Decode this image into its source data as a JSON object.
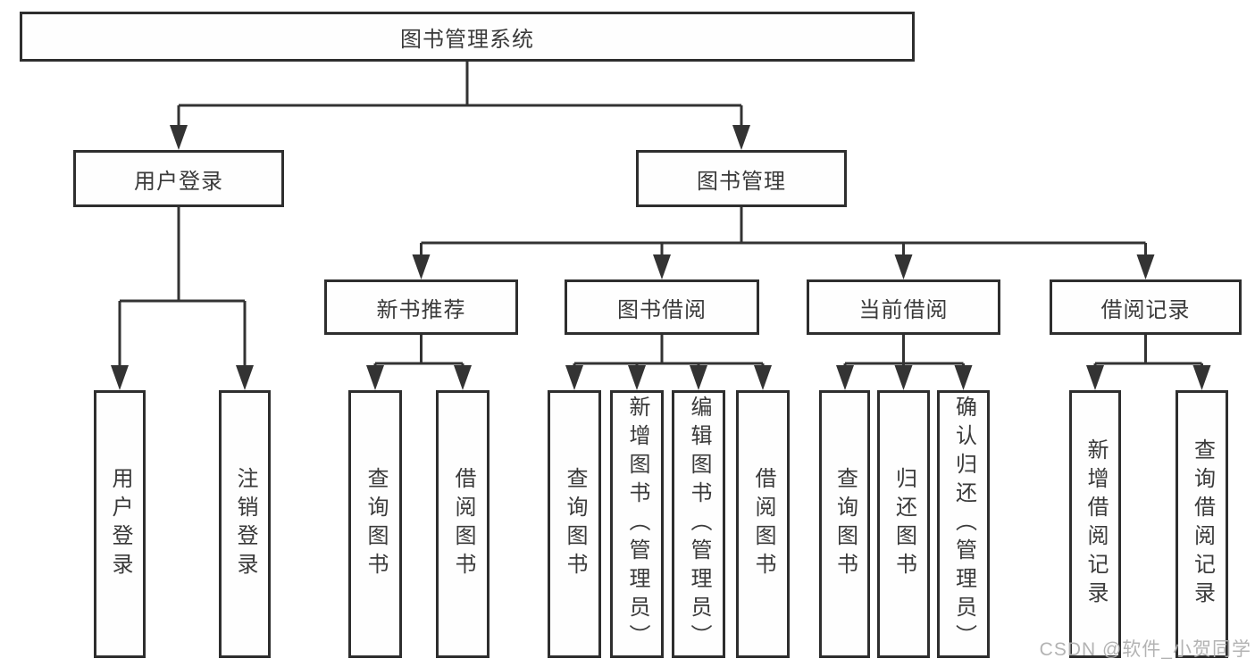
{
  "diagram": {
    "tree": {
      "label": "图书管理系统",
      "children": [
        {
          "label": "用户登录",
          "children": [
            {
              "label": "用户登录"
            },
            {
              "label": "注销登录"
            }
          ]
        },
        {
          "label": "图书管理",
          "children": [
            {
              "label": "新书推荐",
              "children": [
                {
                  "label": "查询图书"
                },
                {
                  "label": "借阅图书"
                }
              ]
            },
            {
              "label": "图书借阅",
              "children": [
                {
                  "label": "查询图书"
                },
                {
                  "label": "新增图书（管理员）"
                },
                {
                  "label": "编辑图书（管理员）"
                },
                {
                  "label": "借阅图书"
                }
              ]
            },
            {
              "label": "当前借阅",
              "children": [
                {
                  "label": "查询图书"
                },
                {
                  "label": "归还图书"
                },
                {
                  "label": "确认归还（管理员）"
                }
              ]
            },
            {
              "label": "借阅记录",
              "children": [
                {
                  "label": "新增借阅记录"
                },
                {
                  "label": "查询借阅记录"
                }
              ]
            }
          ]
        }
      ]
    },
    "colors": {
      "line": "#333333",
      "box_border": "#2e2e2e",
      "text": "#3a3a3a",
      "background": "#ffffff",
      "watermark": "#afafaf"
    }
  },
  "watermark": {
    "text": "CSDN @软件_小贺同学"
  }
}
